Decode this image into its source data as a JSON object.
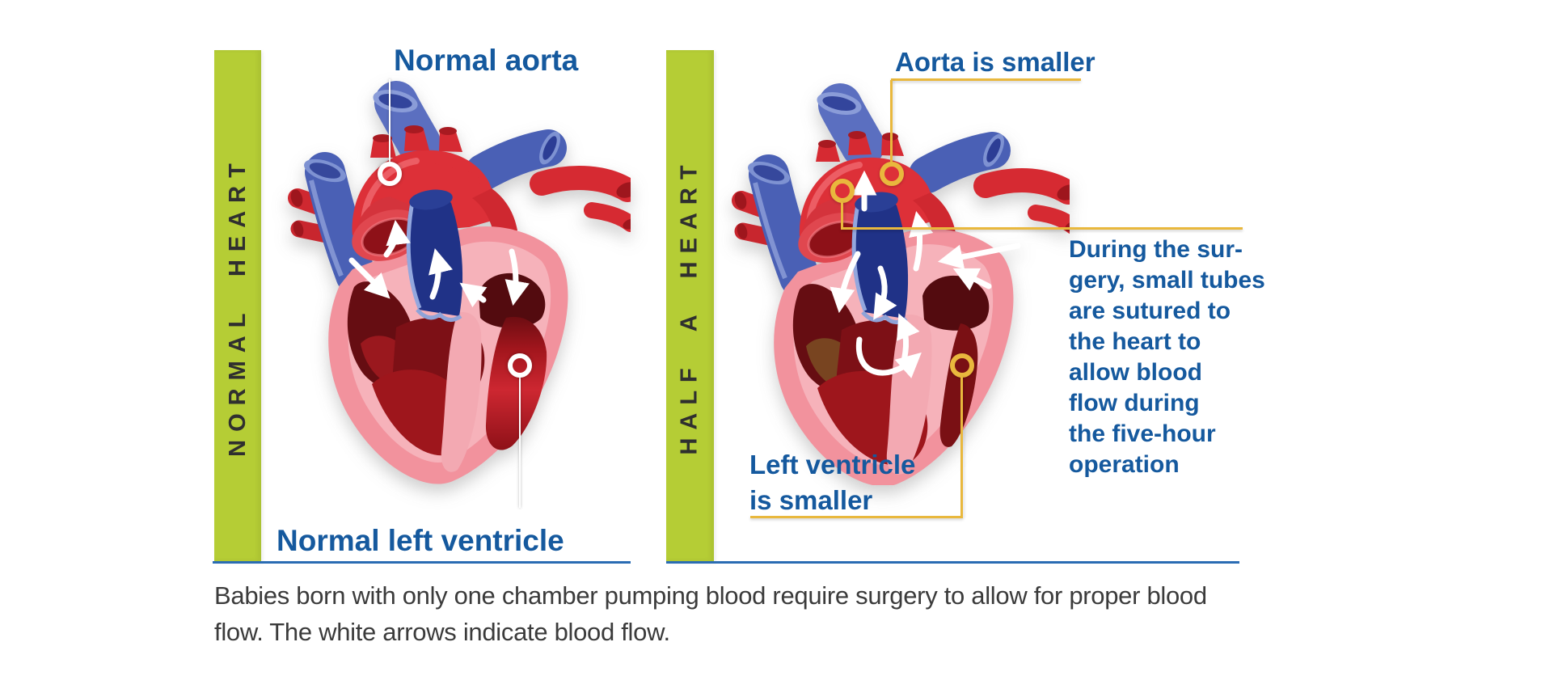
{
  "left_panel": {
    "side_label": "NORMAL HEART",
    "aorta_label": "Normal aorta",
    "left_ventricle_label": "Normal left ventricle"
  },
  "right_panel": {
    "side_label": "HALF A HEART",
    "aorta_label": "Aorta is smaller",
    "left_ventricle_label_line1": "Left ventricle",
    "left_ventricle_label_line2": "is smaller",
    "surgery_note_lines": [
      "During the sur-",
      "gery, small tubes",
      "are sutured to",
      "the heart to",
      "allow blood",
      "flow during",
      "the five-hour",
      "operation"
    ]
  },
  "caption": {
    "line1": "Babies born with only one chamber pumping blood require surgery to allow for proper blood",
    "line2": "flow. The white arrows indicate blood flow."
  },
  "icons": {
    "white_ring": "circle-marker",
    "yellow_ring": "circle-marker"
  },
  "colors": {
    "bar_green": "#b5cd35",
    "label_blue": "#15599e",
    "connector_yellow": "#e9b83d",
    "rule_blue": "#2a6cb3",
    "caption_gray": "#3b3b3b",
    "marker_white": "#ffffff",
    "heart_red": "#dd3038",
    "heart_pink": "#f2929d",
    "chamber_dark": "#660d12",
    "vessel_blue": "#4a60b5",
    "trunk_navy": "#203287",
    "flow_arrow": "#ffffff"
  }
}
